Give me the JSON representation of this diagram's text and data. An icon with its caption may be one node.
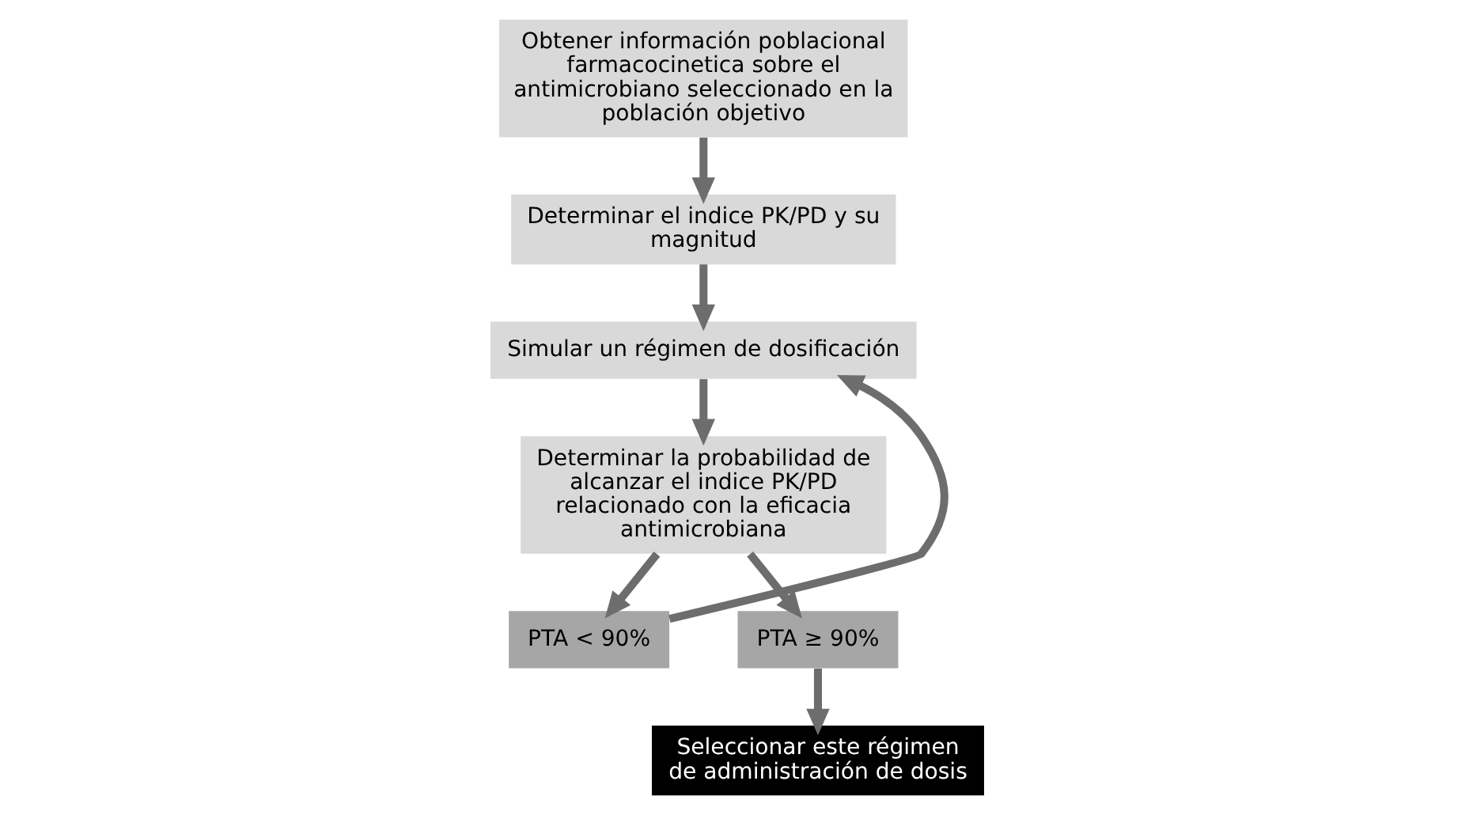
{
  "diagram": {
    "nodes": [
      {
        "text": [
          "Obtener información poblacional farmacocinetica sobre el antimicrobiano seleccionado en la población objetivo"
        ]
      },
      {
        "text": [
          "Determinar el indice PK/PD y su magnitud"
        ]
      },
      {
        "text": [
          "Simular un régimen de dosificación"
        ]
      },
      {
        "text": [
          "Determinar la probabilidad de alcanzar el indice PK/PD relacionado con la eficacia antimicrobiana"
        ]
      },
      {
        "text": [
          "PTA < 90%"
        ]
      },
      {
        "text": [
          "PTA ≥ 90%"
        ]
      },
      {
        "text": [
          "Seleccionar este régimen de administración de dosis"
        ]
      }
    ],
    "edges": [
      {
        "from": 0,
        "to": 1,
        "arrow": "to"
      },
      {
        "from": 1,
        "to": 2,
        "arrow": "to"
      },
      {
        "from": 2,
        "to": 3,
        "arrow": "to"
      },
      {
        "from": 3,
        "to": 4,
        "arrow": "to"
      },
      {
        "from": 3,
        "to": 5,
        "arrow": "to"
      },
      {
        "from": 4,
        "to": 2,
        "arrow": "to"
      },
      {
        "from": 5,
        "to": 6,
        "arrow": "to"
      }
    ]
  }
}
